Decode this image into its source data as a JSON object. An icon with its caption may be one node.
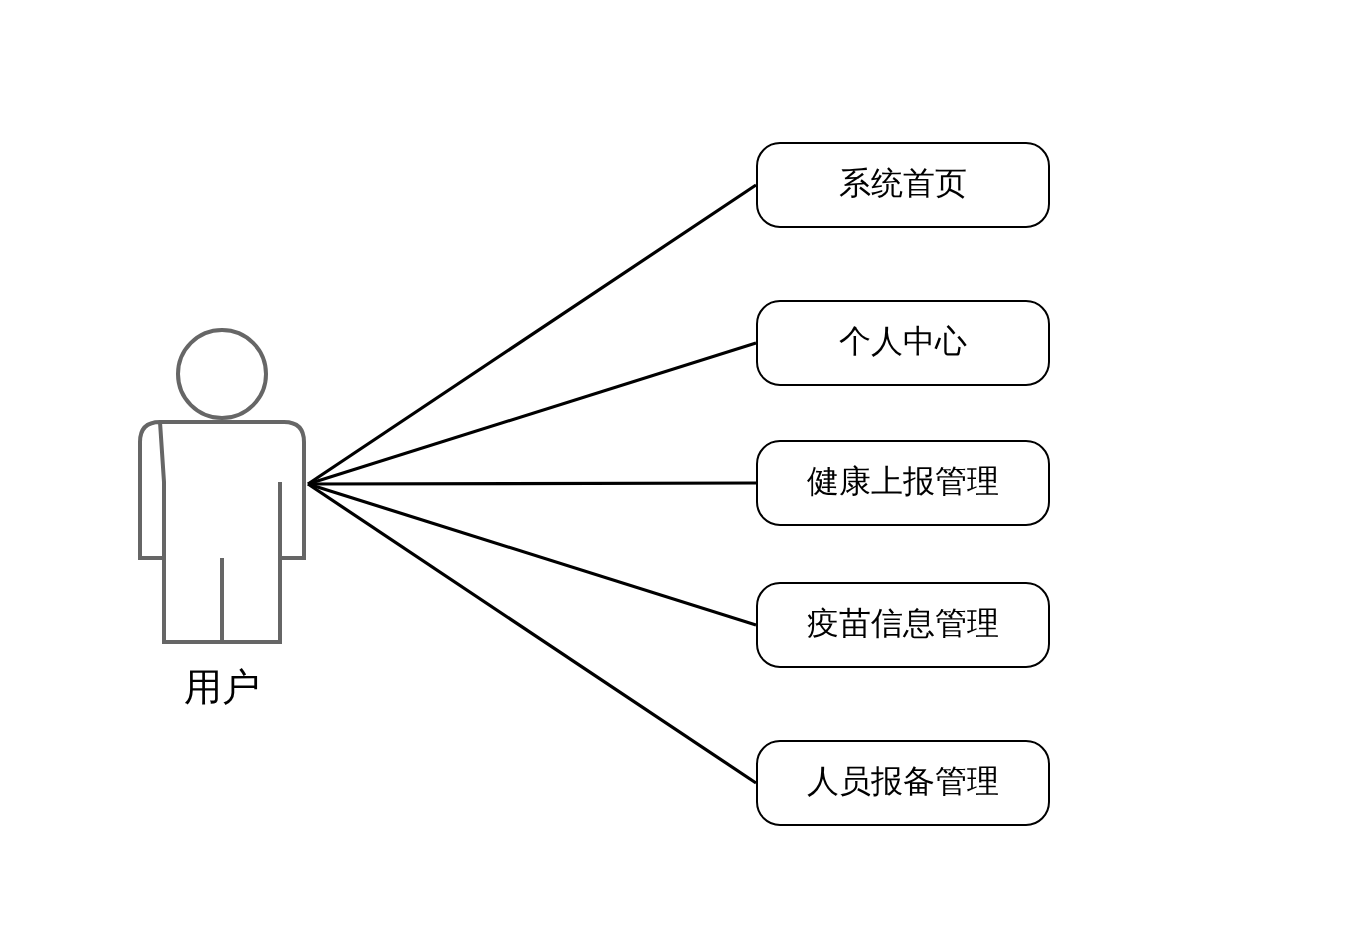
{
  "diagram": {
    "nodes": [
      {
        "text": [
          "用户"
        ]
      },
      {
        "text": [
          "系统首页"
        ]
      },
      {
        "text": [
          "个人中心"
        ]
      },
      {
        "text": [
          "健康上报管理"
        ]
      },
      {
        "text": [
          "疫苗信息管理"
        ]
      },
      {
        "text": [
          "人员报备管理"
        ]
      }
    ],
    "edges": [
      {
        "from": 0,
        "to": 1,
        "arrow": "none"
      },
      {
        "from": 0,
        "to": 2,
        "arrow": "none"
      },
      {
        "from": 0,
        "to": 3,
        "arrow": "none"
      },
      {
        "from": 0,
        "to": 4,
        "arrow": "none"
      },
      {
        "from": 0,
        "to": 5,
        "arrow": "none"
      }
    ]
  }
}
